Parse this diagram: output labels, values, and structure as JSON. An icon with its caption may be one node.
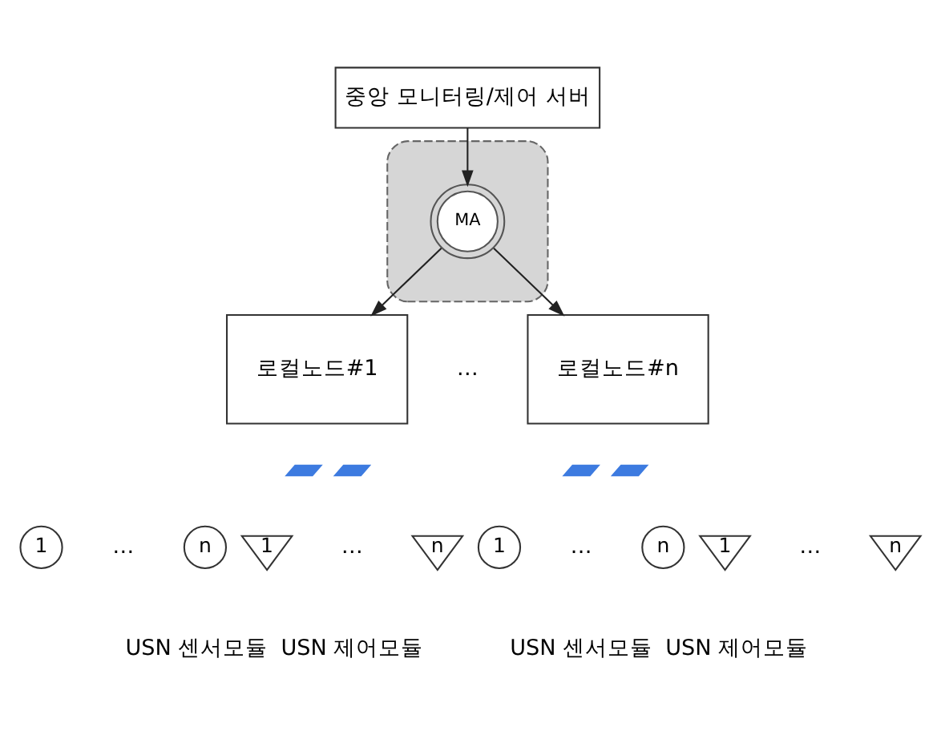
{
  "diagram": {
    "nodes": [
      {
        "text": [
          "중앙 모니터링/제어 서버"
        ]
      },
      {
        "text": [],
        "shape": "cloud"
      },
      {
        "text": [
          "MA"
        ],
        "in": 1
      },
      {
        "text": [
          "로컬노드#1"
        ]
      },
      {
        "text": [
          "로컬노드#n"
        ]
      },
      {
        "text": [],
        "shape": "lightning"
      },
      {
        "text": [],
        "shape": "lightning"
      },
      {
        "text": [],
        "shape": "lightning"
      },
      {
        "text": [],
        "shape": "lightning"
      },
      {
        "text": [
          "1"
        ]
      },
      {
        "text": [
          "n"
        ]
      },
      {
        "text": [
          "1"
        ]
      },
      {
        "text": [
          "n"
        ]
      },
      {
        "text": [
          "1"
        ]
      },
      {
        "text": [
          "n"
        ]
      },
      {
        "text": [
          "1"
        ]
      },
      {
        "text": [
          "n"
        ]
      }
    ],
    "edges": [
      {
        "from": 0,
        "to": 2,
        "arrow": "to"
      },
      {
        "from": 2,
        "to": 3,
        "arrow": "to"
      },
      {
        "from": 2,
        "to": 4,
        "arrow": "to"
      }
    ],
    "labels": [
      "…",
      "…",
      "…",
      "…",
      "…",
      "USN 센서모듈",
      "USN 제어모듈",
      "USN 센서모듈",
      "USN 제어모듈"
    ]
  }
}
